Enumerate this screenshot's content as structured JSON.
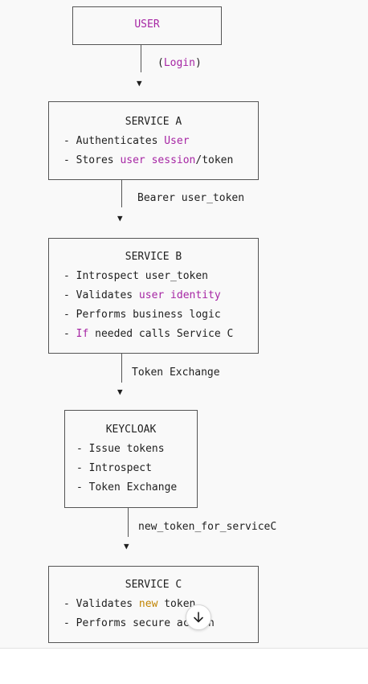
{
  "nodes": {
    "user": {
      "title": "USER"
    },
    "service_a": {
      "title": "SERVICE A",
      "lines": [
        {
          "pre": "- Authenticates ",
          "kw": "User",
          "post": ""
        },
        {
          "pre": "- Stores ",
          "kw": "user session",
          "post": "/token"
        }
      ]
    },
    "service_b": {
      "title": "SERVICE B",
      "lines": [
        {
          "pre": "- Introspect user_token",
          "kw": "",
          "post": ""
        },
        {
          "pre": "- Validates ",
          "kw": "user identity",
          "post": ""
        },
        {
          "pre": "- Performs business logic",
          "kw": "",
          "post": ""
        },
        {
          "pre": "- ",
          "kw": "If",
          "post": " needed calls Service C"
        }
      ]
    },
    "keycloak": {
      "title": "KEYCLOAK",
      "lines": [
        {
          "pre": "- Issue tokens",
          "kw": "",
          "post": ""
        },
        {
          "pre": "- Introspect",
          "kw": "",
          "post": ""
        },
        {
          "pre": "- Token Exchange",
          "kw": "",
          "post": ""
        }
      ]
    },
    "service_c": {
      "title": "SERVICE C",
      "lines": [
        {
          "pre": "- Validates ",
          "kw": "new",
          "post": " token"
        },
        {
          "pre": "- Performs secure action",
          "kw": "",
          "post": ""
        }
      ]
    }
  },
  "edges": {
    "login": {
      "open": "(",
      "kw": "Login",
      "close": ")"
    },
    "bearer": {
      "label": "Bearer user_token"
    },
    "exchange": {
      "label": "Token Exchange"
    },
    "new_token": {
      "label": "new_token_for_serviceC"
    }
  },
  "glyphs": {
    "arrow": "▼"
  },
  "colors": {
    "keyword": "#a626a4",
    "keyword_alt": "#c18401"
  }
}
